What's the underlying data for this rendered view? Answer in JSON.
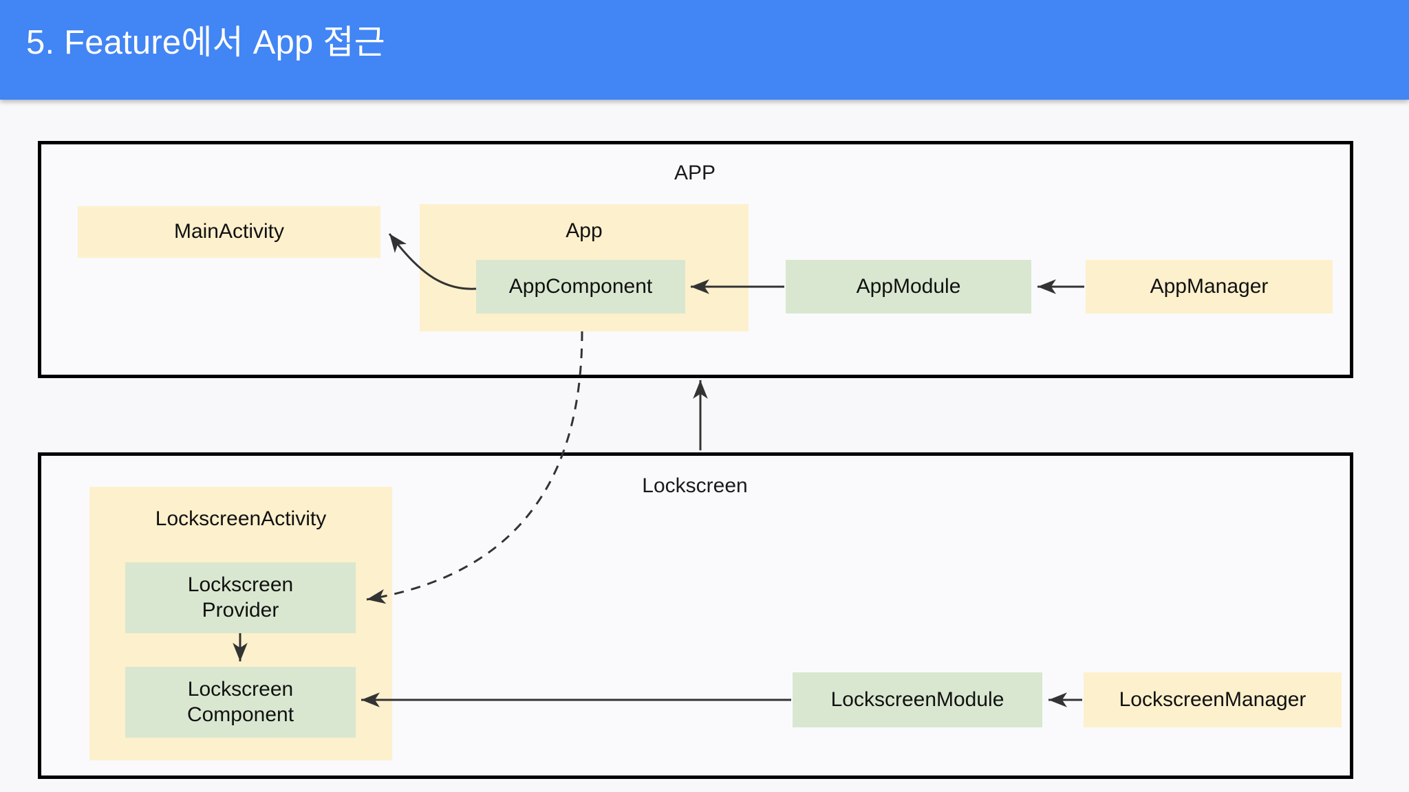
{
  "header": {
    "title": "5. Feature에서 App 접근",
    "background_color": "#4285F4",
    "text_color": "#FFFFFF"
  },
  "page": {
    "background_color": "#F8F8FA",
    "node_yellow": "#FDF0CC",
    "node_green": "#D9E7D0",
    "border_color": "#000000",
    "edge_color": "#333333"
  },
  "app_section": {
    "label": "APP",
    "nodes": {
      "main_activity": "MainActivity",
      "app_group": "App",
      "app_component": "AppComponent",
      "app_module": "AppModule",
      "app_manager": "AppManager"
    }
  },
  "lockscreen_section": {
    "label": "Lockscreen",
    "nodes": {
      "lockscreen_activity": "LockscreenActivity",
      "lockscreen_provider_line1": "Lockscreen",
      "lockscreen_provider_line2": "Provider",
      "lockscreen_component_line1": "Lockscreen",
      "lockscreen_component_line2": "Component",
      "lockscreen_module": "LockscreenModule",
      "lockscreen_manager": "LockscreenManager"
    }
  },
  "edges": [
    {
      "name": "appcomponent-to-mainactivity",
      "style": "solid-curve",
      "from": "AppComponent",
      "to": "MainActivity"
    },
    {
      "name": "appmodule-to-appcomponent",
      "style": "solid-straight",
      "from": "AppModule",
      "to": "AppComponent"
    },
    {
      "name": "appmanager-to-appmodule",
      "style": "solid-straight",
      "from": "AppManager",
      "to": "AppModule"
    },
    {
      "name": "appcomponent-to-lockscreenprovider",
      "style": "dashed-curve",
      "from": "AppComponent",
      "to": "LockscreenProvider"
    },
    {
      "name": "lockscreen-to-app",
      "style": "solid-straight",
      "from": "Lockscreen",
      "to": "APP"
    },
    {
      "name": "lockscreenprovider-to-lockscreencomponent",
      "style": "solid-straight",
      "from": "LockscreenProvider",
      "to": "LockscreenComponent"
    },
    {
      "name": "lockscreenmodule-to-lockscreencomponent",
      "style": "solid-straight",
      "from": "LockscreenModule",
      "to": "LockscreenComponent"
    },
    {
      "name": "lockscreenmanager-to-lockscreenmodule",
      "style": "solid-straight",
      "from": "LockscreenManager",
      "to": "LockscreenModule"
    }
  ]
}
